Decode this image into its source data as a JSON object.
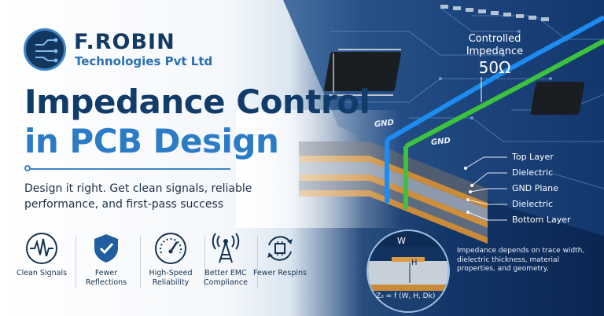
{
  "brand": {
    "name": "F.ROBIN",
    "subtitle": "Technologies Pvt Ltd"
  },
  "title": {
    "line1": "Impedance Control",
    "line2": "in PCB Design"
  },
  "tagline": "Design it right. Get clean signals, reliable performance, and first-pass success",
  "features": [
    {
      "icon": "waveform-icon",
      "label": "Clean Signals"
    },
    {
      "icon": "shield-check-icon",
      "label": "Fewer Reflections"
    },
    {
      "icon": "gauge-icon",
      "label": "High-Speed Reliability"
    },
    {
      "icon": "antenna-tower-icon",
      "label": "Better EMC Compliance"
    },
    {
      "icon": "chip-cycle-icon",
      "label": "Fewer Respins"
    }
  ],
  "impedance": {
    "label": "Controlled Impedance",
    "value": "50Ω"
  },
  "gnd_labels": [
    "GND",
    "GND"
  ],
  "layers": [
    "Top Layer",
    "Dielectric",
    "GND Plane",
    "Dielectric",
    "Bottom Layer"
  ],
  "diagram": {
    "w": "W",
    "h": "H",
    "formula": "Z₀ = f (W, H, Dk)"
  },
  "note": "Impedance depends on trace width, dielectric thickness, material properties, and geometry.",
  "colors": {
    "navy": "#113b69",
    "accent": "#2b7bc6",
    "trace_blue": "#1e8bf0",
    "trace_green": "#3cc23c"
  }
}
